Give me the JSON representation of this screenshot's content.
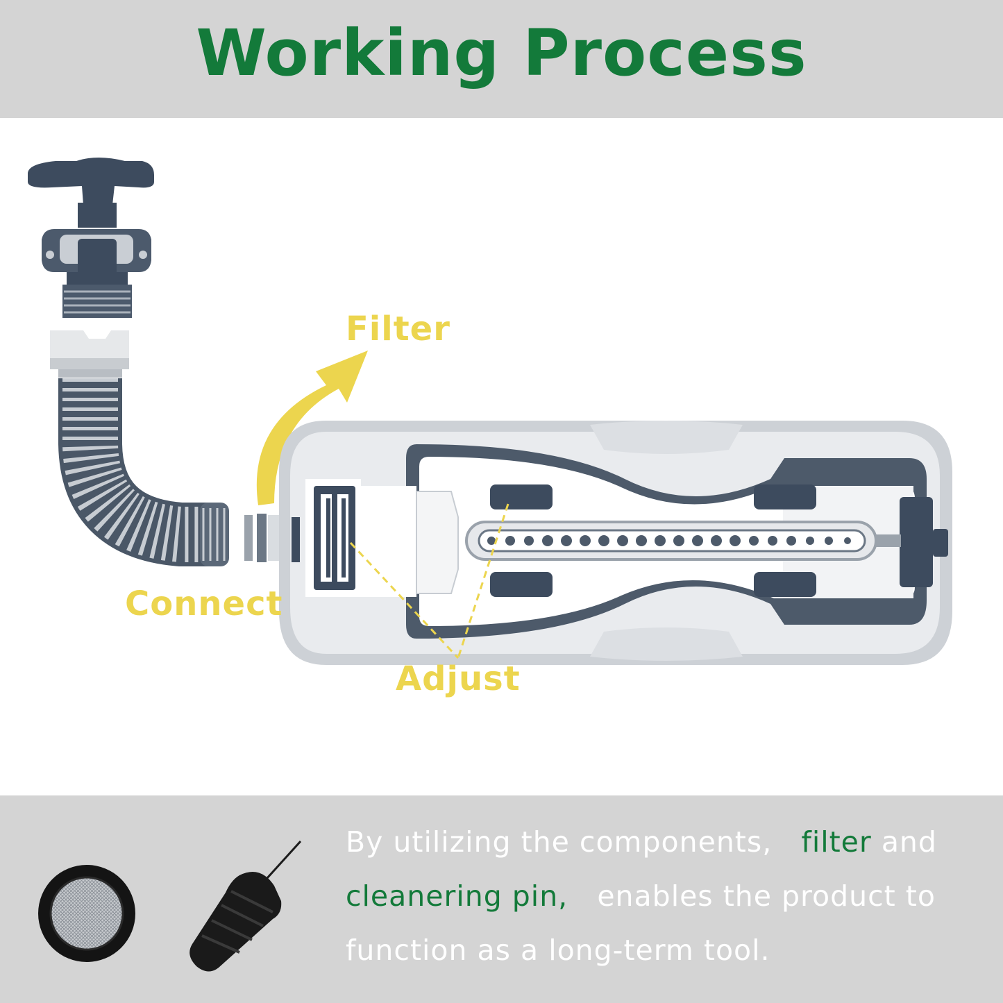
{
  "title": "Working Process",
  "labels": {
    "filter": "Filter",
    "connect": "Connect",
    "adjust": "Adjust"
  },
  "description": {
    "part1": "By utilizing the components,",
    "filter": "filter",
    "part2": "and",
    "pin": "cleanering pin,",
    "part3": "enables the product to function as a long-term tool."
  },
  "colors": {
    "title": "#137a3a",
    "label": "#ecd54e",
    "band": "#d4d4d4",
    "body_text": "#ffffff",
    "highlight": "#137a3a"
  },
  "icons": [
    "faucet-icon",
    "hose-icon",
    "arrow-icon",
    "sprinkler-device-icon",
    "mesh-filter-icon",
    "cleaning-pin-icon"
  ]
}
